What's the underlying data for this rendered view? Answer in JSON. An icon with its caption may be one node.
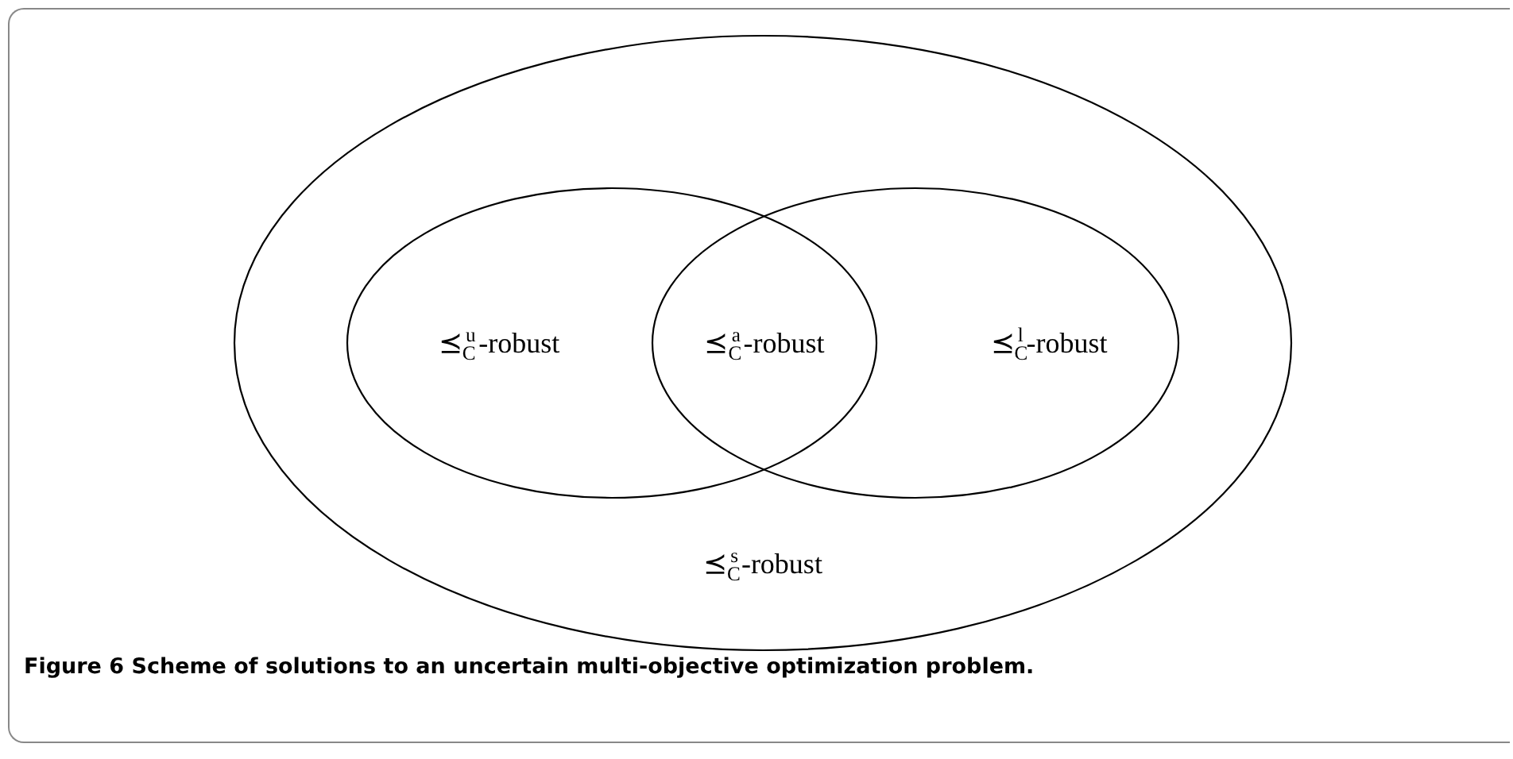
{
  "diagram": {
    "caption": "Figure 6 Scheme of solutions to an uncertain multi-objective optimization problem.",
    "nodes": [
      {
        "text": [
          "⪯$_{C}$$^{s}$-robust"
        ]
      },
      {
        "text": [
          "⪯$_{C}$$^{u}$-robust"
        ],
        "in": 0
      },
      {
        "text": [
          "⪯$_{C}$$^{l}$-robust"
        ],
        "in": 0
      }
    ],
    "edges": [],
    "labels": [
      "⪯$_{C}$$^{a}$-robust"
    ]
  }
}
